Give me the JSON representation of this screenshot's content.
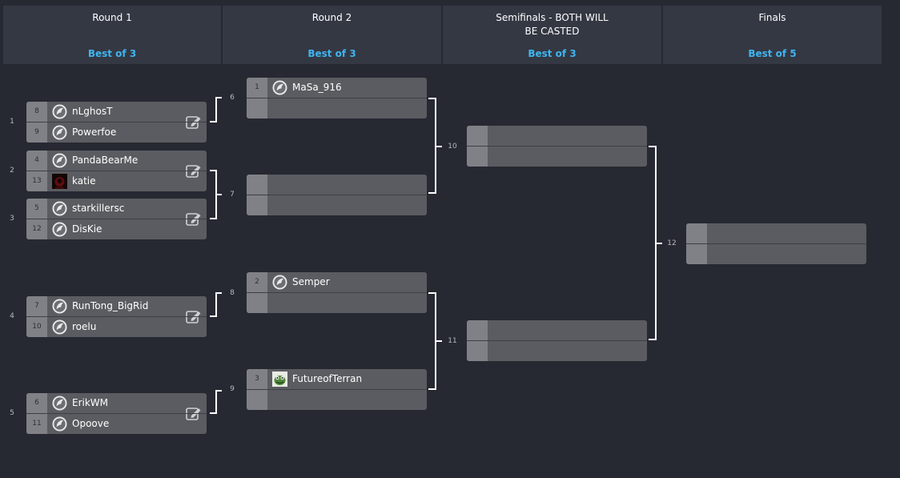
{
  "rounds": [
    {
      "title": "Round 1",
      "best_of": "Best of 3"
    },
    {
      "title": "Round 2",
      "best_of": "Best of 3"
    },
    {
      "title": "Semifinals - BOTH WILL BE CASTED",
      "best_of": "Best of 3"
    },
    {
      "title": "Finals",
      "best_of": "Best of 5"
    }
  ],
  "matches": {
    "m1": {
      "number": "1",
      "top": {
        "seed": "8",
        "name": "nLghosT"
      },
      "bottom": {
        "seed": "9",
        "name": "Powerfoe"
      }
    },
    "m2": {
      "number": "2",
      "top": {
        "seed": "4",
        "name": "PandaBearMe"
      },
      "bottom": {
        "seed": "13",
        "name": "katie"
      }
    },
    "m3": {
      "number": "3",
      "top": {
        "seed": "5",
        "name": "starkillersc"
      },
      "bottom": {
        "seed": "12",
        "name": "DisKie"
      }
    },
    "m4": {
      "number": "4",
      "top": {
        "seed": "7",
        "name": "RunTong_BigRid"
      },
      "bottom": {
        "seed": "10",
        "name": "roelu"
      }
    },
    "m5": {
      "number": "5",
      "top": {
        "seed": "6",
        "name": "ErikWM"
      },
      "bottom": {
        "seed": "11",
        "name": "Opoove"
      }
    },
    "m6": {
      "number": "6",
      "top": {
        "seed": "1",
        "name": "MaSa_916"
      },
      "bottom": {
        "seed": "",
        "name": ""
      }
    },
    "m7": {
      "number": "7",
      "top": {
        "seed": "",
        "name": ""
      },
      "bottom": {
        "seed": "",
        "name": ""
      }
    },
    "m8": {
      "number": "8",
      "top": {
        "seed": "2",
        "name": "Semper"
      },
      "bottom": {
        "seed": "",
        "name": ""
      }
    },
    "m9": {
      "number": "9",
      "top": {
        "seed": "3",
        "name": "FutureofTerran"
      },
      "bottom": {
        "seed": "",
        "name": ""
      }
    },
    "m10": {
      "number": "10",
      "top": {
        "seed": "",
        "name": ""
      },
      "bottom": {
        "seed": "",
        "name": ""
      }
    },
    "m11": {
      "number": "11",
      "top": {
        "seed": "",
        "name": ""
      },
      "bottom": {
        "seed": "",
        "name": ""
      }
    },
    "m12": {
      "number": "12",
      "top": {
        "seed": "",
        "name": ""
      },
      "bottom": {
        "seed": "",
        "name": ""
      }
    }
  },
  "colors": {
    "background": "#262932",
    "header": "#343843",
    "accent_best_of": "#3fb4f0",
    "match_box": "#5b5c61",
    "seed_box": "#808186"
  },
  "icons": {
    "race": "race-icon",
    "edit": "edit-icon",
    "avatar_katie": "avatar-katie",
    "avatar_futureofterran": "avatar-futureofterran"
  }
}
